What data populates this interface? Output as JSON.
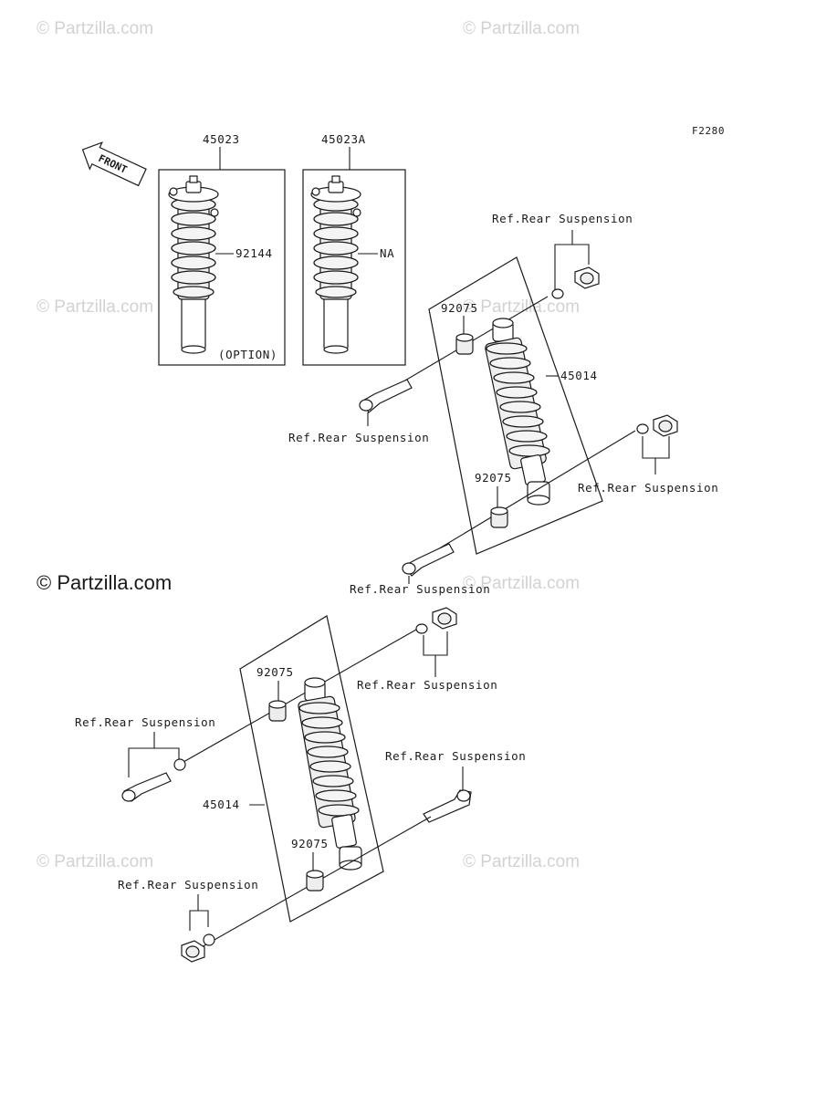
{
  "watermark_text": "© Partzilla.com",
  "watermark_main": "© Partzilla.com",
  "figure_code": "F2280",
  "front_label": "FRONT",
  "option_label": "(OPTION)",
  "parts": {
    "kit_option": "45023",
    "kit_alt": "45023A",
    "spring_option": "92144",
    "spring_alt": "NA",
    "shock": "45014",
    "bushing": "92075"
  },
  "ref_label": "Ref.Rear Suspension"
}
